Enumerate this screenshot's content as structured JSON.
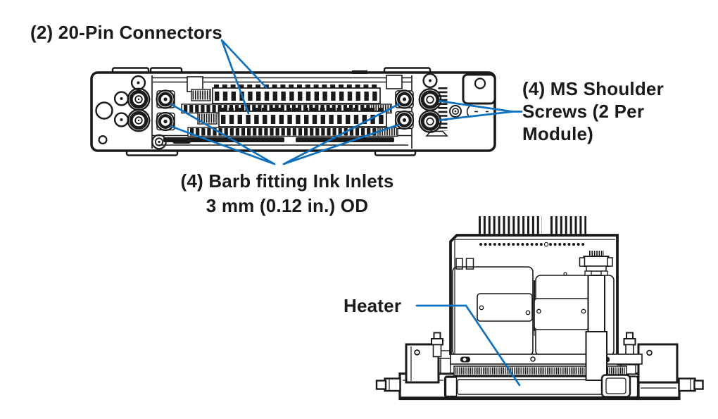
{
  "colors": {
    "line": "#1a1a1a",
    "accent": "#0e71bf",
    "background": "#ffffff"
  },
  "figure": {
    "labels": {
      "pin_connectors": {
        "text": "(2) 20-Pin Connectors"
      },
      "shoulder_screws": {
        "line1": "(4) MS Shoulder",
        "line2": "Screws (2 Per",
        "line3": "Module)"
      },
      "ink_inlets": {
        "line1": "(4) Barb fitting Ink Inlets",
        "line2": "3 mm (0.12 in.) OD"
      },
      "heater": {
        "text": "Heater"
      }
    }
  }
}
